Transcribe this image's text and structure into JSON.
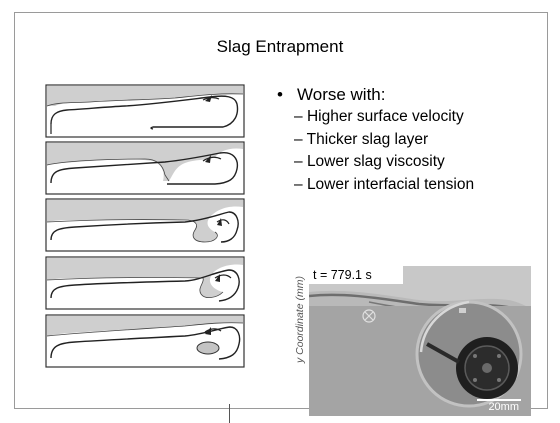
{
  "slide": {
    "title": "Slag Entrapment",
    "bullet": {
      "marker": "•",
      "text": "Worse with:"
    },
    "sub_items": [
      {
        "dash": "–",
        "text": "Higher surface velocity"
      },
      {
        "dash": "–",
        "text": "Thicker slag layer"
      },
      {
        "dash": "–",
        "text": "Lower slag viscosity"
      },
      {
        "dash": "–",
        "text": "Lower interfacial tension"
      }
    ],
    "photo": {
      "time_label": "t = 779.1 s",
      "axis_label": "y Coordinate (mm)",
      "scale_label": "20mm"
    },
    "diagram_panel_count": 5
  }
}
